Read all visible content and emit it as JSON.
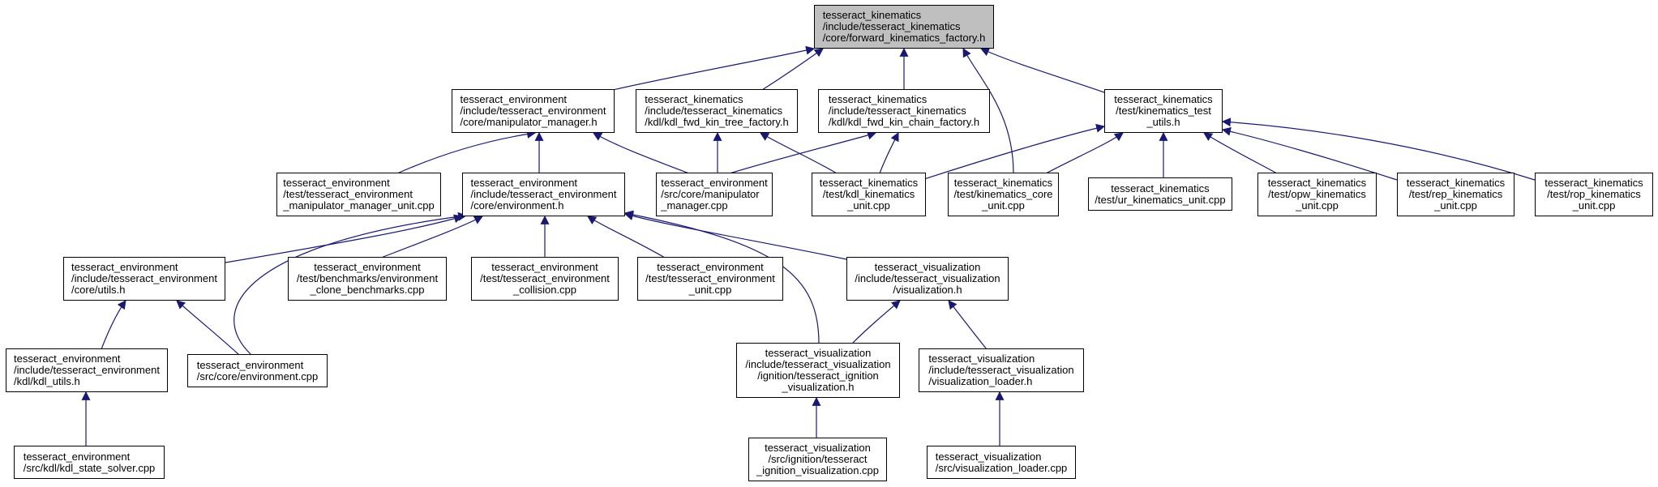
{
  "graph": {
    "edge_color": "#191970",
    "root_fill": "#bfbfbf",
    "nodes": [
      {
        "id": "fk_factory",
        "label": "tesseract_kinematics\n/include/tesseract_kinematics\n/core/forward_kinematics_factory.h",
        "root": true
      },
      {
        "id": "manipulator_manager_h",
        "label": "tesseract_environment\n/include/tesseract_environment\n/core/manipulator_manager.h"
      },
      {
        "id": "kdl_tree_factory",
        "label": "tesseract_kinematics\n/include/tesseract_kinematics\n/kdl/kdl_fwd_kin_tree_factory.h"
      },
      {
        "id": "kdl_chain_factory",
        "label": "tesseract_kinematics\n/include/tesseract_kinematics\n/kdl/kdl_fwd_kin_chain_factory.h"
      },
      {
        "id": "kin_test_utils",
        "label": "tesseract_kinematics\n/test/kinematics_test\n_utils.h"
      },
      {
        "id": "mm_unit",
        "label": "tesseract_environment\n/test/tesseract_environment\n_manipulator_manager_unit.cpp"
      },
      {
        "id": "environment_h",
        "label": "tesseract_environment\n/include/tesseract_environment\n/core/environment.h"
      },
      {
        "id": "mm_cpp",
        "label": "tesseract_environment\n/src/core/manipulator\n_manager.cpp"
      },
      {
        "id": "kdl_kin_unit",
        "label": "tesseract_kinematics\n/test/kdl_kinematics\n_unit.cpp"
      },
      {
        "id": "kin_core_unit",
        "label": "tesseract_kinematics\n/test/kinematics_core\n_unit.cpp"
      },
      {
        "id": "ur_unit",
        "label": "tesseract_kinematics\n/test/ur_kinematics_unit.cpp"
      },
      {
        "id": "opw_unit",
        "label": "tesseract_kinematics\n/test/opw_kinematics\n_unit.cpp"
      },
      {
        "id": "rep_unit",
        "label": "tesseract_kinematics\n/test/rep_kinematics\n_unit.cpp"
      },
      {
        "id": "rop_unit",
        "label": "tesseract_kinematics\n/test/rop_kinematics\n_unit.cpp"
      },
      {
        "id": "utils_h",
        "label": "tesseract_environment\n/include/tesseract_environment\n/core/utils.h"
      },
      {
        "id": "clone_bench",
        "label": "tesseract_environment\n/test/benchmarks/environment\n_clone_benchmarks.cpp"
      },
      {
        "id": "env_collision",
        "label": "tesseract_environment\n/test/tesseract_environment\n_collision.cpp"
      },
      {
        "id": "env_unit",
        "label": "tesseract_environment\n/test/tesseract_environment\n_unit.cpp"
      },
      {
        "id": "visualization_h",
        "label": "tesseract_visualization\n/include/tesseract_visualization\n/visualization.h"
      },
      {
        "id": "kdl_utils_h",
        "label": "tesseract_environment\n/include/tesseract_environment\n/kdl/kdl_utils.h"
      },
      {
        "id": "environment_cpp",
        "label": "tesseract_environment\n/src/core/environment.cpp"
      },
      {
        "id": "ign_vis_h",
        "label": "tesseract_visualization\n/include/tesseract_visualization\n/ignition/tesseract_ignition\n_visualization.h"
      },
      {
        "id": "vis_loader_h",
        "label": "tesseract_visualization\n/include/tesseract_visualization\n/visualization_loader.h"
      },
      {
        "id": "kdl_state_solver",
        "label": "tesseract_environment\n/src/kdl/kdl_state_solver.cpp"
      },
      {
        "id": "ign_vis_cpp",
        "label": "tesseract_visualization\n/src/ignition/tesseract\n_ignition_visualization.cpp"
      },
      {
        "id": "vis_loader_cpp",
        "label": "tesseract_visualization\n/src/visualization_loader.cpp"
      }
    ]
  }
}
